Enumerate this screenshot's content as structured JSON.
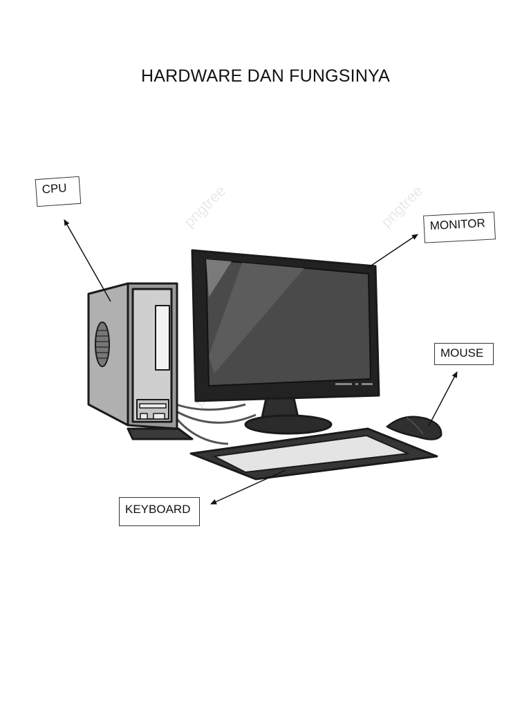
{
  "title": "HARDWARE DAN FUNGSINYA",
  "labels": {
    "cpu": "CPU",
    "monitor": "MONITOR",
    "mouse": "MOUSE",
    "keyboard": "KEYBOARD"
  },
  "watermark": "pngtree",
  "colors": {
    "outline": "#1a1a1a",
    "screen": "#4a4a4a",
    "case": "#b8b8b8",
    "keyboard_keys": "#e4e4e4",
    "label_border": "#333333"
  }
}
